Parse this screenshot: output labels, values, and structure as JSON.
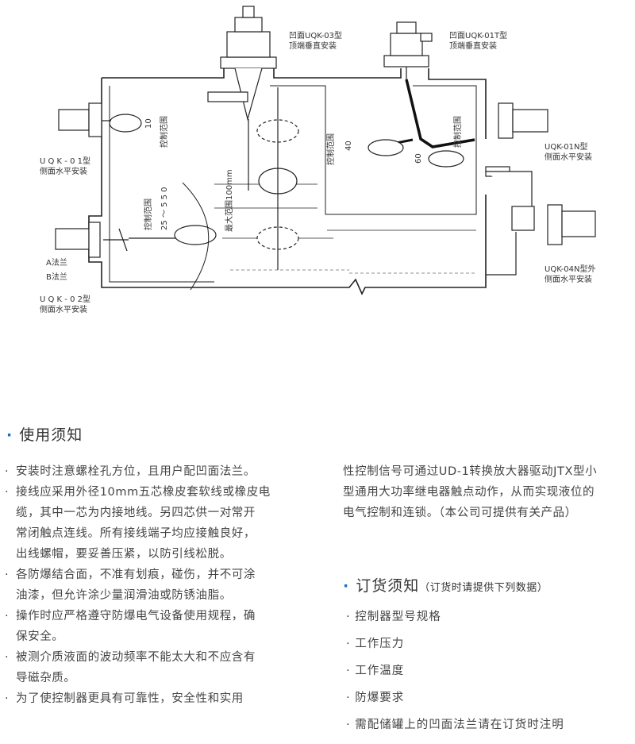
{
  "diagram": {
    "labels": {
      "uqk03": [
        "凹面UQK-03型",
        "顶端垂直安装"
      ],
      "uqk01t": [
        "凹面UQK-01T型",
        "顶端垂直安装"
      ],
      "uqk01": [
        "U Q K - 0 1型",
        "侧面水平安装"
      ],
      "uqk02": [
        "U Q K - 0 2型",
        "侧面水平安装"
      ],
      "uqk01n": [
        "UQK-01N型",
        "侧面水平安装"
      ],
      "uqk04n": [
        "UQK-04N型外",
        "侧面水平安装"
      ],
      "a_flange": "A法兰",
      "b_flange": "B法兰",
      "ctrl_range": "控制范围",
      "max_range": "最大范围100mm",
      "range_25_550": "25 ～ 5 5 0",
      "dim_10": "10",
      "dim_40": "40",
      "dim_60": "60"
    }
  },
  "usage": {
    "title": "使用须知",
    "bullet": "·",
    "items": [
      [
        "安装时注意螺栓孔方位，且用户配凹面法兰。"
      ],
      [
        "接线应采用外径10mm五芯橡皮套软线或橡皮电",
        "缆，其中一芯为内接地线。另四芯供一对常开",
        "常闭触点连线。所有接线端子均应接触良好，",
        "出线螺帽，要妥善压紧，以防引线松脱。"
      ],
      [
        "各防爆结合面，不准有划痕，碰伤，并不可涂",
        "油漆，但允许涂少量润滑油或防锈油脂。"
      ],
      [
        "操作时应严格遵守防爆电气设备使用规程，确",
        "保安全。"
      ],
      [
        "被测介质液面的波动频率不能太大和不应含有",
        "导磁杂质。"
      ],
      [
        "为了使控制器更具有可靠性，安全性和实用"
      ]
    ],
    "continuation": [
      "性控制信号可通过UD-1转换放大器驱动JTX型小",
      "型通用大功率继电器触点动作，从而实现液位的",
      "电气控制和连锁。（本公司可提供有关产品）"
    ]
  },
  "order": {
    "title": "订货须知",
    "subtitle": "（订货时请提供下列数据）",
    "items": [
      "控制器型号规格",
      "工作压力",
      "工作温度",
      "防爆要求",
      "需配储罐上的凹面法兰请在订货时注明"
    ]
  },
  "colors": {
    "accent": "#1a6fc9",
    "text": "#444444",
    "line": "#222222"
  }
}
